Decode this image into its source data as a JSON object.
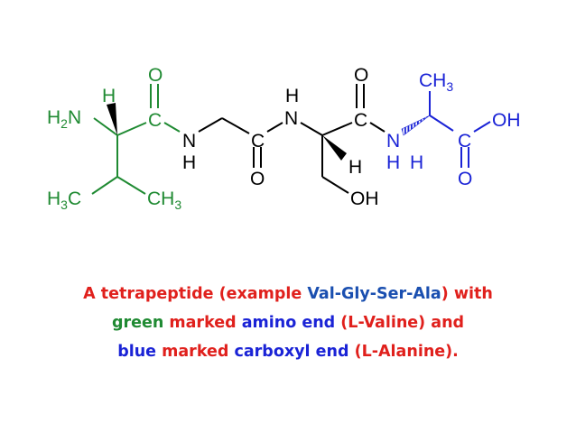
{
  "colors": {
    "green": "#1f8a32",
    "black": "#000000",
    "blue": "#1a23d6",
    "red": "#e0201c"
  },
  "structure": {
    "n_terminus": "H",
    "n_terminus_sub": "2",
    "n_terminus_atom": "N",
    "val_alpha_h": "H",
    "val_carbonyl_o": "O",
    "val_carbonyl_c": "C",
    "val_methyl_left": "H",
    "val_methyl_left_sub": "3",
    "val_methyl_left_c": "C",
    "val_methyl_right": "CH",
    "val_methyl_right_sub": "3",
    "amide1_n": "N",
    "amide1_h": "H",
    "gly_carbonyl_c": "C",
    "gly_carbonyl_o": "O",
    "amide2_h": "H",
    "amide2_n": "N",
    "ser_alpha_h": "H",
    "ser_hydroxyl": "OH",
    "ser_carbonyl_o": "O",
    "ser_carbonyl_c": "C",
    "amide3_n": "N",
    "amide3_h": "H",
    "ala_alpha_h": "H",
    "ala_methyl": "CH",
    "ala_methyl_sub": "3",
    "c_terminus_c": "C",
    "c_terminus_o": "O",
    "c_terminus_oh": "OH"
  },
  "caption": {
    "line1": [
      {
        "text": "A tetrapeptide (example ",
        "color": "#e0201c"
      },
      {
        "text": "Val-Gly-Ser-Ala",
        "color": "#1a4fb0"
      },
      {
        "text": ") with",
        "color": "#e0201c"
      }
    ],
    "line2": [
      {
        "text": "green",
        "color": "#1f8a32"
      },
      {
        "text": " marked ",
        "color": "#e0201c"
      },
      {
        "text": "amino end",
        "color": "#1a23d6"
      },
      {
        "text": " (L-Valine) and",
        "color": "#e0201c"
      }
    ],
    "line3": [
      {
        "text": "blue",
        "color": "#1a23d6"
      },
      {
        "text": " marked ",
        "color": "#e0201c"
      },
      {
        "text": "carboxyl end",
        "color": "#1a23d6"
      },
      {
        "text": " (L-Alanine).",
        "color": "#e0201c"
      }
    ]
  }
}
